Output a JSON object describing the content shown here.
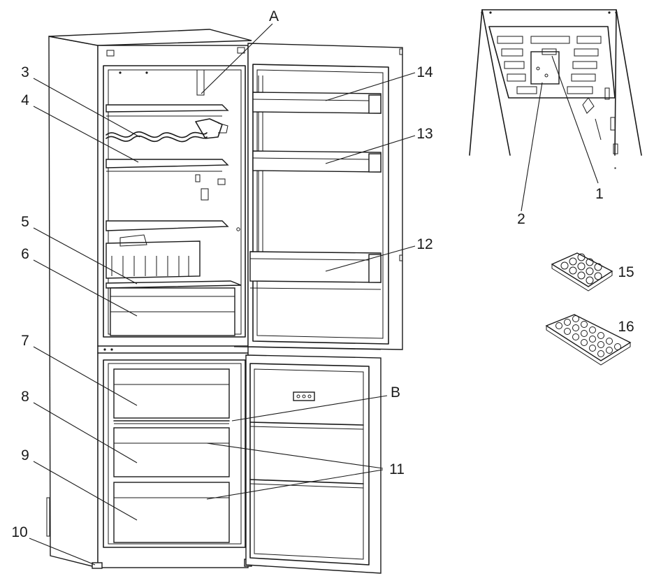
{
  "callouts": {
    "A": "A",
    "B": "B",
    "n1": "1",
    "n2": "2",
    "n3": "3",
    "n4": "4",
    "n5": "5",
    "n6": "6",
    "n7": "7",
    "n8": "8",
    "n9": "9",
    "n10": "10",
    "n11": "11",
    "n12": "12",
    "n13": "13",
    "n14": "14",
    "n15": "15",
    "n16": "16"
  }
}
